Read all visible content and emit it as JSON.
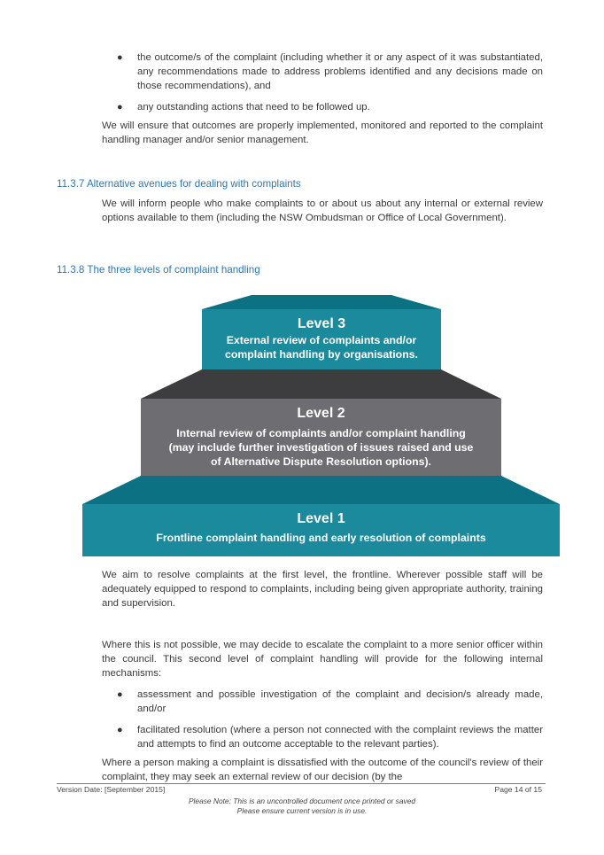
{
  "top_bullets": [
    "the outcome/s of the complaint (including whether it or any aspect of it was substantiated, any recommendations made to address problems identified and any decisions made on those recommendations), and",
    "any outstanding actions that need to be followed up."
  ],
  "para_outcomes": "We will ensure that outcomes are properly implemented, monitored and reported to the complaint handling manager and/or senior management.",
  "section_1137": {
    "heading": "11.3.7 Alternative avenues for dealing with complaints",
    "text": "We will inform people who make complaints to or about us about any internal or external review options available to them (including the NSW Ombudsman or Office of Local Government)."
  },
  "section_1138": {
    "heading": "11.3.8 The three levels of complaint handling"
  },
  "pyramid": {
    "level3": {
      "title": "Level 3",
      "desc_line1": "External review of complaints and/or",
      "desc_line2": "complaint handling by organisations."
    },
    "level2": {
      "title": "Level 2",
      "desc_line1": "Internal review of complaints and/or complaint handling",
      "desc_line2": "(may include further investigation of issues raised and use",
      "desc_line3": "of Alternative Dispute Resolution options)."
    },
    "level1": {
      "title": "Level 1",
      "desc_line1": "Frontline complaint handling and early resolution of complaints"
    },
    "colors": {
      "teal_top": "#0c7183",
      "teal_face": "#1b8a9c",
      "grey_top": "#3d3d40",
      "grey_face": "#6e6e72"
    }
  },
  "para_frontline": "We aim to resolve complaints at the first level, the frontline. Wherever possible staff will be adequately equipped to respond to complaints, including being given appropriate authority, training and supervision.",
  "para_escalate": "Where this is not possible, we may decide to escalate the complaint to a more senior officer within the council. This second level of complaint handling will provide for the following internal mechanisms:",
  "mid_bullets": [
    "assessment and possible investigation of the complaint and decision/s already made, and/or",
    "facilitated resolution (where a person not connected with the complaint reviews the matter and attempts to find an outcome acceptable to the relevant parties)."
  ],
  "para_dissatisfied": "Where a person making a complaint is dissatisfied with the outcome of the council's review of their complaint, they may seek an external review of our decision (by the",
  "footer": {
    "version": "Version Date: [September 2015]",
    "page": "Page 14 of 15",
    "note_line1": "Please Note: This is an uncontrolled document once printed or saved",
    "note_line2": "Please ensure current version is in use."
  }
}
